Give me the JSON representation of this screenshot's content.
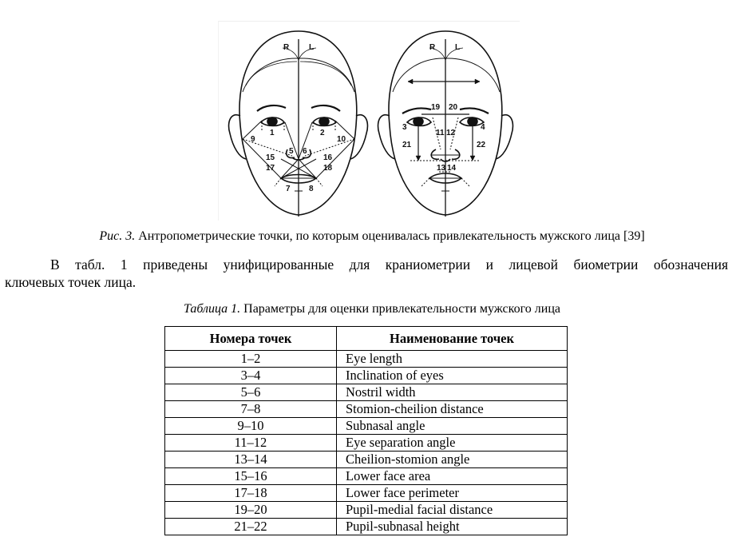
{
  "figure": {
    "left_face": {
      "top_labels": [
        "R",
        "L"
      ],
      "point_labels": [
        "1",
        "2",
        "5",
        "6",
        "7",
        "8",
        "9",
        "10",
        "15",
        "16",
        "17",
        "18"
      ]
    },
    "right_face": {
      "top_labels": [
        "R",
        "L"
      ],
      "point_labels": [
        "3",
        "4",
        "11",
        "12",
        "13",
        "14",
        "19",
        "20",
        "21",
        "22"
      ]
    },
    "caption_prefix": "Рис. 3.",
    "caption_text": " Антропометрические точки, по которым оценивалась привлекательность мужского лица [39]"
  },
  "paragraph": {
    "line1": "В табл. 1 приведены унифицированные для краниометрии и лицевой биометрии обозначения",
    "line2": "ключевых точек лица."
  },
  "table": {
    "title_prefix": "Таблица 1.",
    "title_text": " Параметры для оценки привлекательности мужского лица",
    "headers": [
      "Номера точек",
      "Наименование точек"
    ],
    "rows": [
      {
        "points": "1–2",
        "name": "Eye length"
      },
      {
        "points": "3–4",
        "name": "Inclination of eyes"
      },
      {
        "points": "5–6",
        "name": "Nostril width"
      },
      {
        "points": "7–8",
        "name": "Stomion-cheilion distance"
      },
      {
        "points": "9–10",
        "name": "Subnasal angle"
      },
      {
        "points": "11–12",
        "name": "Eye separation angle"
      },
      {
        "points": "13–14",
        "name": "Cheilion-stomion angle"
      },
      {
        "points": "15–16",
        "name": "Lower face area"
      },
      {
        "points": "17–18",
        "name": "Lower face perimeter"
      },
      {
        "points": "19–20",
        "name": "Pupil-medial facial distance"
      },
      {
        "points": "21–22",
        "name": "Pupil-subnasal height"
      }
    ]
  }
}
